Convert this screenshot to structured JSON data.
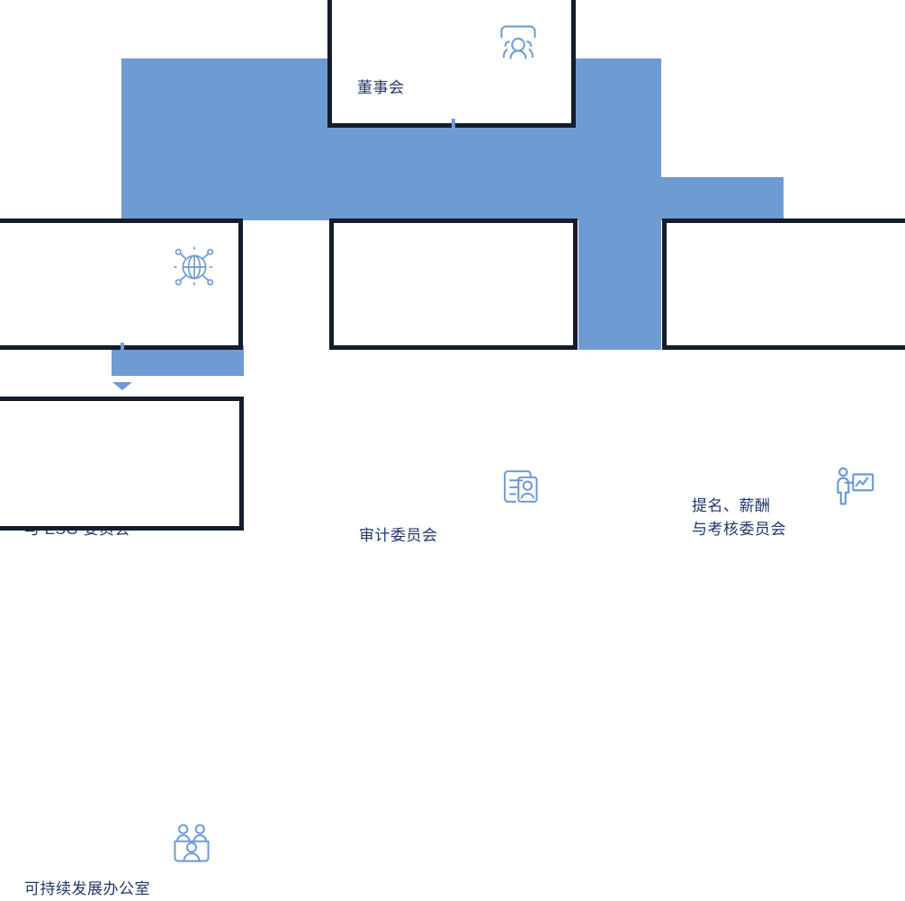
{
  "diagram": {
    "type": "org-chart",
    "title": "",
    "colors": {
      "connector_blue": "#6f9bd3",
      "card_border_navy": "#151c2c",
      "text_navy": "#20386a",
      "icon_blue": "#6f9bd3",
      "card_background": "#ffffff",
      "page_background": "#ffffff"
    },
    "nodes": [
      {
        "id": "board",
        "label": "董事会",
        "icon": "group-people-icon",
        "level": 1
      },
      {
        "id": "strategy-esg",
        "label": "战略\n与 ESG 委员会",
        "icon": "globe-network-icon",
        "level": 2
      },
      {
        "id": "audit",
        "label": "审计委员会",
        "icon": "document-person-icon",
        "level": 2
      },
      {
        "id": "nomination",
        "label": "提名、薪酬\n与考核委员会",
        "icon": "presenter-chart-icon",
        "level": 2
      },
      {
        "id": "sustainability-office",
        "label": "可持续发展办公室",
        "icon": "team-group-icon",
        "level": 3
      }
    ],
    "edges": [
      {
        "from": "board",
        "to": "strategy-esg"
      },
      {
        "from": "board",
        "to": "audit"
      },
      {
        "from": "board",
        "to": "nomination"
      },
      {
        "from": "strategy-esg",
        "to": "sustainability-office"
      }
    ]
  }
}
